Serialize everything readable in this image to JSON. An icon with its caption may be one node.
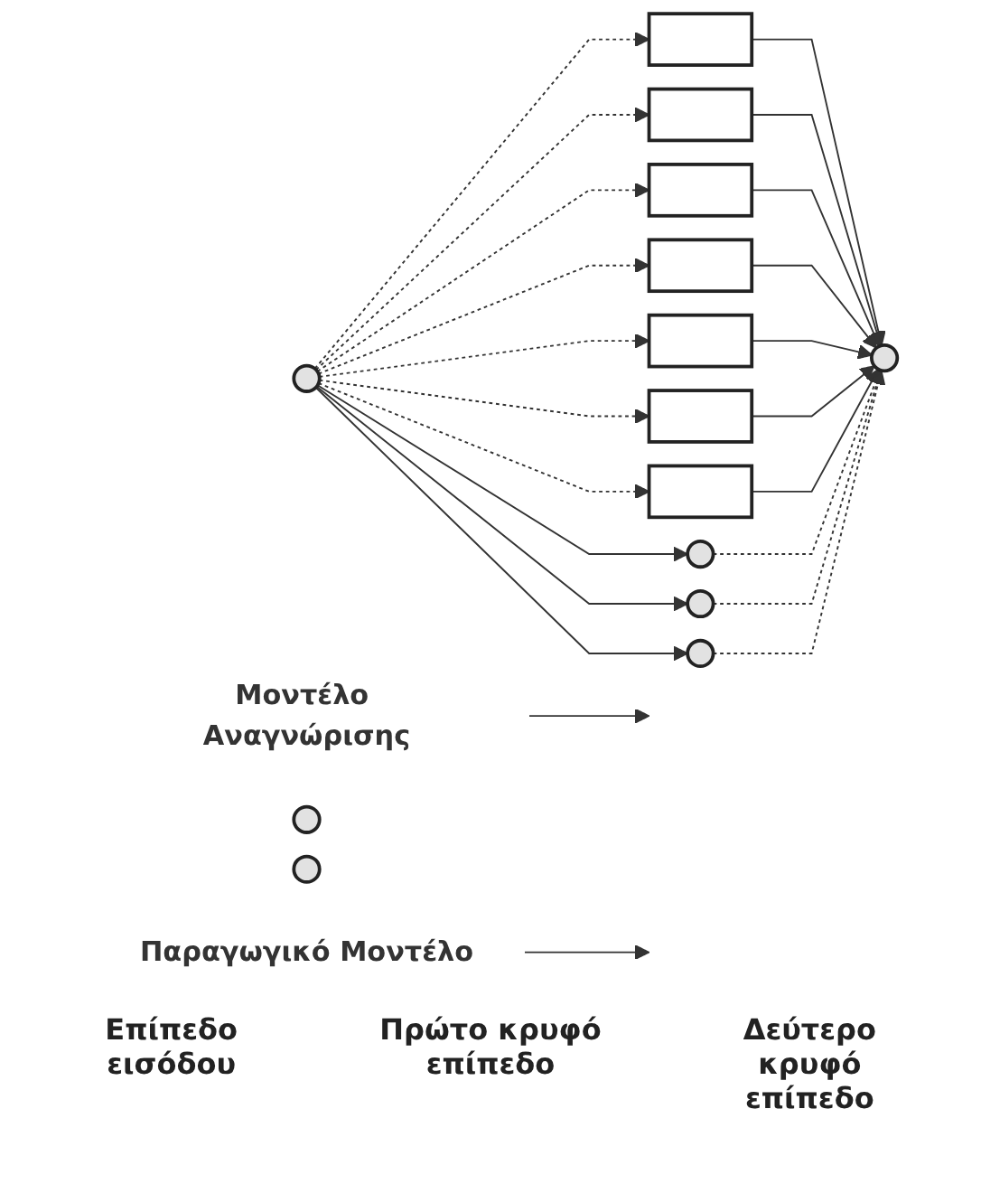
{
  "diagram": {
    "nodes": [
      {
        "text": [
          "Μοντέλο Αναγνώρισης"
        ]
      },
      {
        "text": [
          "Παραγωγικό Μοντέλο"
        ]
      },
      {
        "text": [],
        "shape": "box"
      },
      {
        "text": [],
        "shape": "box"
      },
      {
        "text": [],
        "shape": "box"
      },
      {
        "text": [],
        "shape": "box"
      },
      {
        "text": [],
        "shape": "box"
      },
      {
        "text": [],
        "shape": "box"
      },
      {
        "text": [],
        "shape": "box"
      },
      {
        "text": [],
        "shape": "circle"
      },
      {
        "text": [],
        "shape": "circle"
      },
      {
        "text": [],
        "shape": "circle"
      },
      {
        "text": [],
        "shape": "circle"
      },
      {
        "text": [],
        "shape": "circle"
      },
      {
        "text": [],
        "shape": "circle"
      },
      {
        "text": [],
        "shape": "circle"
      }
    ],
    "edges": [
      {
        "from": 2,
        "to": 9,
        "arrow": "to"
      },
      {
        "from": 3,
        "to": 9,
        "arrow": "to"
      },
      {
        "from": 4,
        "to": 9,
        "arrow": "to"
      },
      {
        "from": 5,
        "to": 9,
        "arrow": "to"
      },
      {
        "from": 6,
        "to": 9,
        "arrow": "to"
      },
      {
        "from": 7,
        "to": 9,
        "arrow": "to"
      },
      {
        "from": 8,
        "to": 9,
        "arrow": "to"
      },
      {
        "from": 12,
        "to": 2,
        "arrow": "to",
        "style": "dashed"
      },
      {
        "from": 12,
        "to": 3,
        "arrow": "to",
        "style": "dashed"
      },
      {
        "from": 12,
        "to": 4,
        "arrow": "to",
        "style": "dashed"
      },
      {
        "from": 12,
        "to": 5,
        "arrow": "to",
        "style": "dashed"
      },
      {
        "from": 12,
        "to": 6,
        "arrow": "to",
        "style": "dashed"
      },
      {
        "from": 12,
        "to": 7,
        "arrow": "to",
        "style": "dashed"
      },
      {
        "from": 12,
        "to": 8,
        "arrow": "to",
        "style": "dashed"
      },
      {
        "from": 12,
        "to": 13,
        "arrow": "to"
      },
      {
        "from": 12,
        "to": 14,
        "arrow": "to"
      },
      {
        "from": 12,
        "to": 15,
        "arrow": "to"
      },
      {
        "from": 13,
        "to": 9,
        "arrow": "to",
        "style": "dashed"
      },
      {
        "from": 14,
        "to": 9,
        "arrow": "to",
        "style": "dashed"
      },
      {
        "from": 15,
        "to": 9,
        "arrow": "to",
        "style": "dashed"
      },
      {
        "from": 0,
        "to": null,
        "arrow": "to"
      },
      {
        "from": 1,
        "to": null,
        "arrow": "to"
      }
    ],
    "labels": [
      "Επίπεδο εισόδου",
      "Πρώτο κρυφό επίπεδο",
      "Δεύτερο κρυφό επίπεδο"
    ]
  }
}
